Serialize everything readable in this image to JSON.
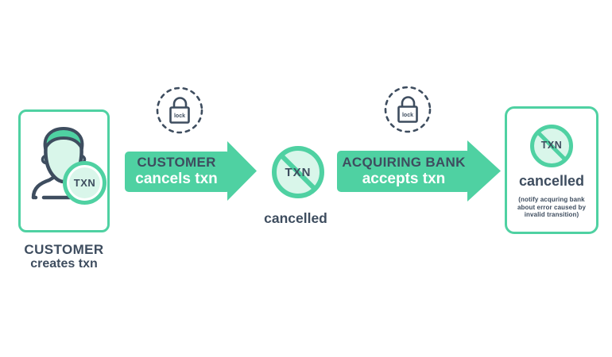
{
  "colors": {
    "accent_green": "#4fd1a2",
    "light_mint": "#d9f6ea",
    "dark_navy": "#3e4d5f"
  },
  "left_card": {
    "badge_label": "TXN",
    "title": "CUSTOMER",
    "subtitle": "creates txn"
  },
  "lock_1": {
    "label": "lock"
  },
  "lock_2": {
    "label": "lock"
  },
  "arrow_1": {
    "line1": "CUSTOMER",
    "line2": "cancels txn"
  },
  "middle_state": {
    "badge_label": "TXN",
    "state_label": "cancelled"
  },
  "arrow_2": {
    "line1": "ACQUIRING BANK",
    "line2": "accepts txn"
  },
  "right_card": {
    "badge_label": "TXN",
    "state_label": "cancelled",
    "note": "(notify acquring bank about error caused by invalid transition)"
  }
}
